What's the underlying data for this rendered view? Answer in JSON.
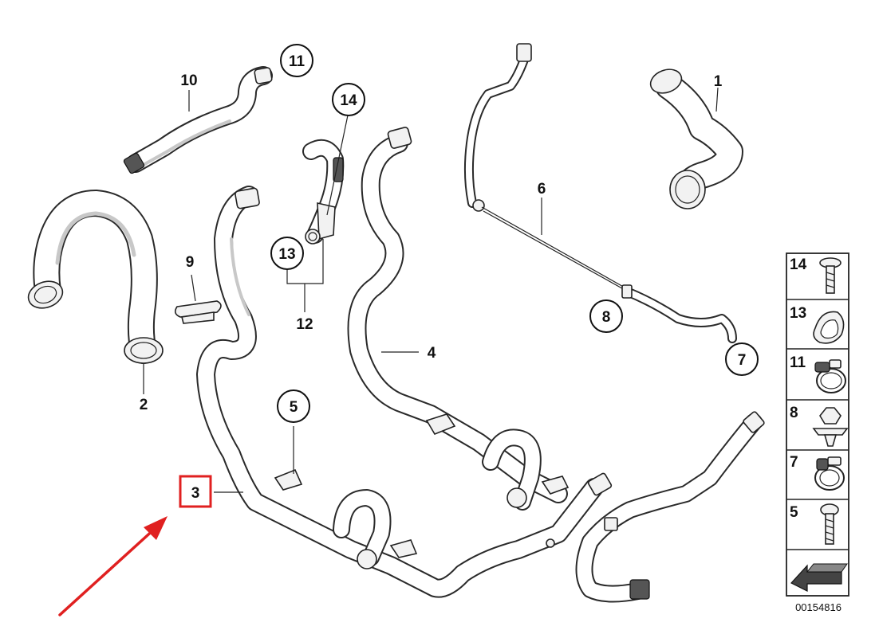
{
  "callouts": {
    "c1": "1",
    "c2": "2",
    "c3": "3",
    "c4": "4",
    "c5": "5",
    "c6": "6",
    "c7": "7",
    "c8": "8",
    "c9": "9",
    "c10": "10",
    "c11": "11",
    "c12": "12",
    "c13": "13",
    "c14": "14"
  },
  "legend": {
    "l14": "14",
    "l13": "13",
    "l11": "11",
    "l8": "8",
    "l7": "7",
    "l5": "5"
  },
  "diagram_code": "00154816",
  "colors": {
    "highlight": "#e02020",
    "line": "#2a2a2a",
    "hose_fill": "#ffffff"
  }
}
